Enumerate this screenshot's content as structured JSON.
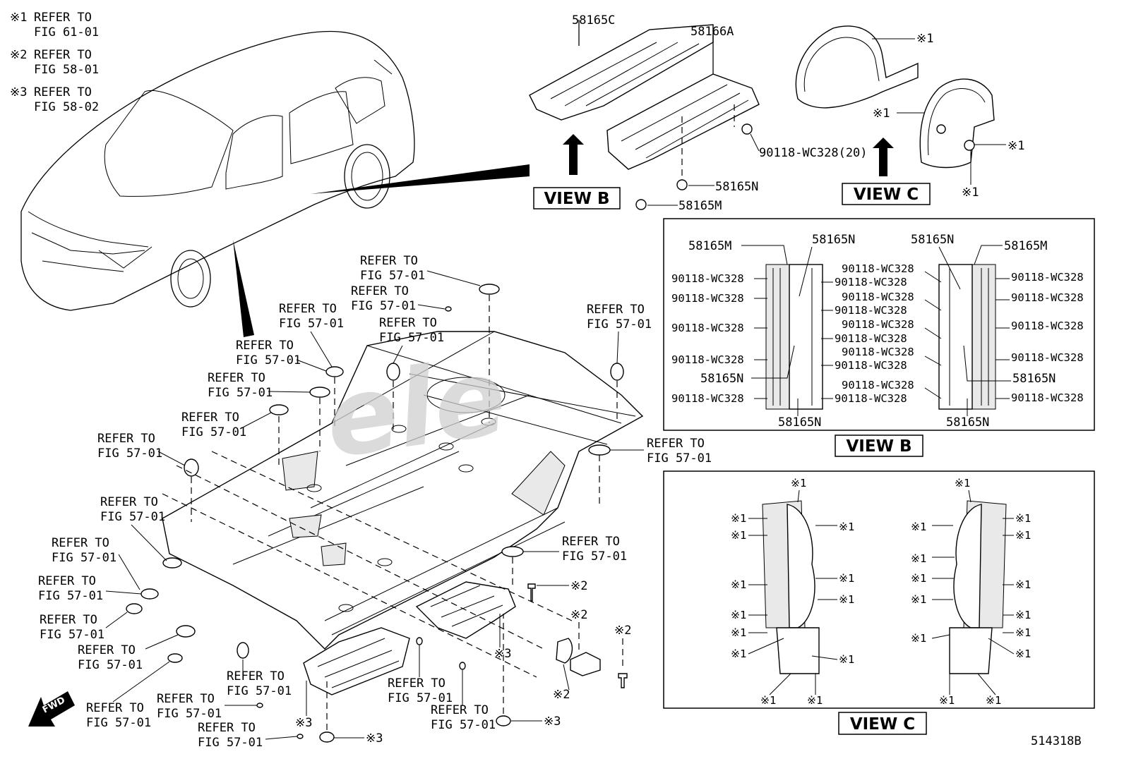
{
  "notes": [
    {
      "mark": "※1",
      "line1": "REFER TO",
      "line2": "FIG 61-01"
    },
    {
      "mark": "※2",
      "line1": "REFER TO",
      "line2": "FIG 58-01"
    },
    {
      "mark": "※3",
      "line1": "REFER TO",
      "line2": "FIG 58-02"
    }
  ],
  "refer": {
    "line1": "REFER TO",
    "line2": "FIG 57-01"
  },
  "parts": {
    "p58165C": "58165C",
    "p58166A": "58166A",
    "p58165N": "58165N",
    "p58165M": "58165M",
    "clip_qty": "90118-WC328(20)",
    "clip": "90118-WC328"
  },
  "marks": {
    "m1": "※1",
    "m2": "※2",
    "m3": "※3"
  },
  "views": {
    "b": "VIEW B",
    "c": "VIEW C"
  },
  "fwd": "FWD",
  "watermark": "ele",
  "diagram_id": "514318B"
}
